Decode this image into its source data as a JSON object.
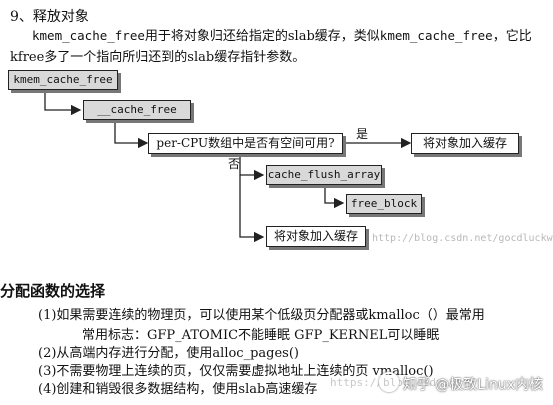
{
  "section9": {
    "heading": "9、释放对象",
    "para_fn": "kmem_cache_free",
    "para_mid1": "用于将对象归还给指定的slab缓存，类似",
    "para_fn2": "kmem_cache_free",
    "para_mid2": "，它比kfree多了一个指向所归还到的slab缓存指针参数。"
  },
  "diagram": {
    "box_kmem_cache_free": "kmem_cache_free",
    "box_cache_free": "__cache_free",
    "box_question": "per-CPU数组中是否有空间可用?",
    "label_yes": "是",
    "box_add_cache_yes": "将对象加入缓存",
    "label_no": "否",
    "box_cache_flush_array": "cache_flush_array",
    "box_free_block": "free_block",
    "box_add_cache_no": "将对象加入缓存",
    "watermark": "http://blog.csdn.net/gocdluckwhh"
  },
  "section_alloc": {
    "title": "分配函数的选择",
    "item1": "(1)如果需要连续的物理页，可以使用某个低级页分配器或kmalloc（）最常用",
    "item1_sub": "常用标志：GFP_ATOMIC不能睡眠 GFP_KERNEL可以睡眠",
    "item2": "(2)从高端内存进行分配，使用alloc_pages()",
    "item3": "(3)不需要物理上连续的页，仅仅需要虚拟地址上连续的页 vmalloc()",
    "item4": "(4)创建和销毁很多数据结构，使用slab高速缓存"
  },
  "footer": {
    "brand": "知乎 @极致Linux内核",
    "watermark": "https://blog.csdn.net/"
  }
}
